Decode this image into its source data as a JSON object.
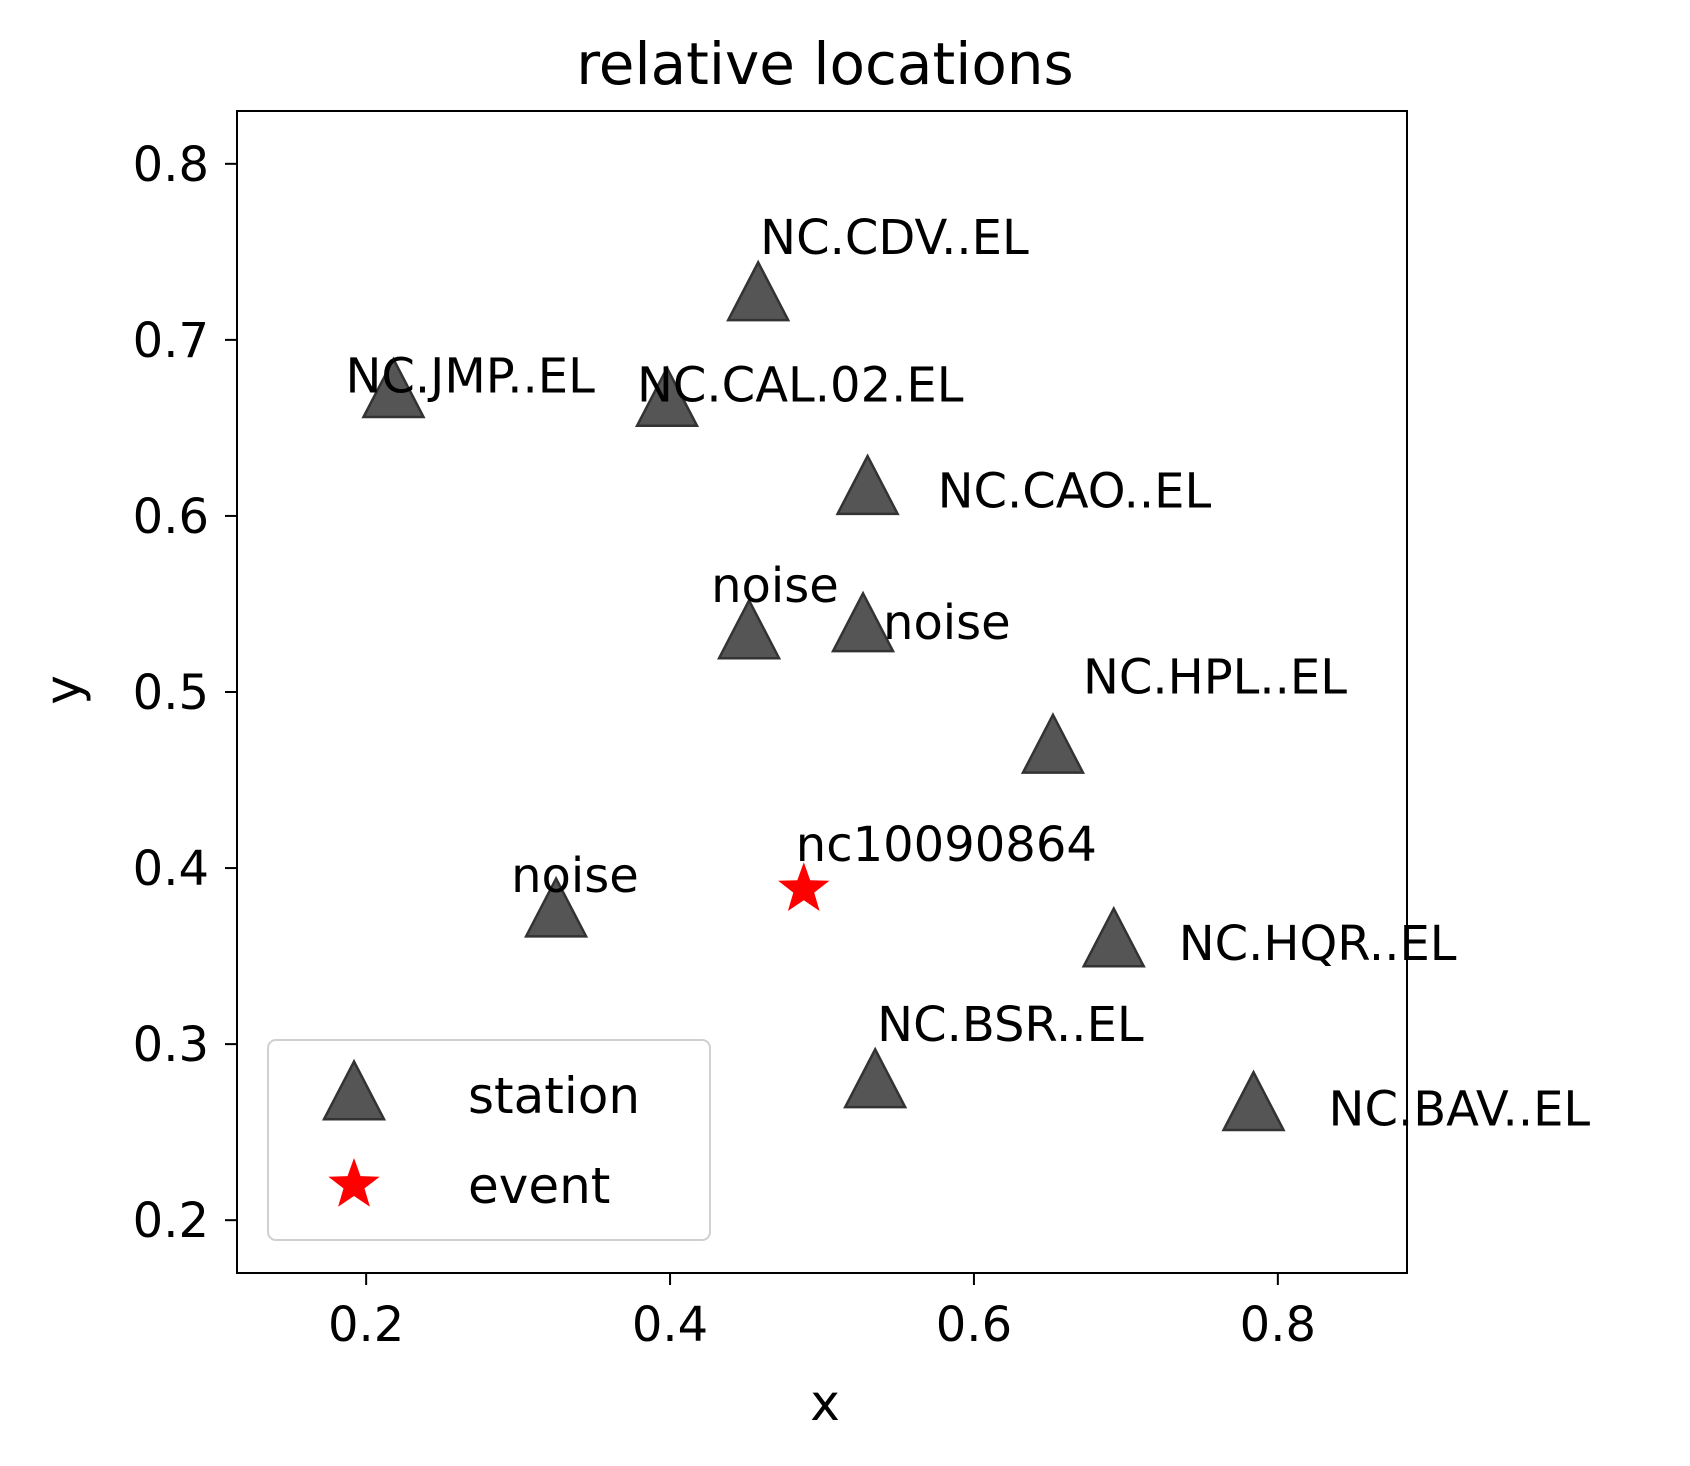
{
  "chart_data": {
    "type": "scatter",
    "title": "relative locations",
    "xlabel": "x",
    "ylabel": "y",
    "xlim": [
      0.115,
      0.885
    ],
    "ylim": [
      0.17,
      0.83
    ],
    "xticks": [
      0.2,
      0.4,
      0.6,
      0.8
    ],
    "yticks": [
      0.2,
      0.3,
      0.4,
      0.5,
      0.6,
      0.7,
      0.8
    ],
    "xtick_labels": [
      "0.2",
      "0.4",
      "0.6",
      "0.8"
    ],
    "ytick_labels": [
      "0.2",
      "0.3",
      "0.4",
      "0.5",
      "0.6",
      "0.7",
      "0.8"
    ],
    "grid": false,
    "legend_position": "lower-left",
    "colors": {
      "station_fill": "#555555",
      "station_edge": "#333333",
      "event": "#ff0000"
    },
    "series": [
      {
        "name": "station",
        "marker": "triangle",
        "points": [
          {
            "x": 0.458,
            "y": 0.725,
            "label": "NC.CDV..EL"
          },
          {
            "x": 0.218,
            "y": 0.67,
            "label": "NC.JMP..EL"
          },
          {
            "x": 0.398,
            "y": 0.665,
            "label": "NC.CAL.02.EL"
          },
          {
            "x": 0.53,
            "y": 0.615,
            "label": "NC.CAO..EL"
          },
          {
            "x": 0.452,
            "y": 0.533,
            "label": "noise"
          },
          {
            "x": 0.527,
            "y": 0.537,
            "label": "noise"
          },
          {
            "x": 0.652,
            "y": 0.468,
            "label": "NC.HPL..EL"
          },
          {
            "x": 0.325,
            "y": 0.375,
            "label": "noise"
          },
          {
            "x": 0.692,
            "y": 0.358,
            "label": "NC.HQR..EL"
          },
          {
            "x": 0.535,
            "y": 0.278,
            "label": "NC.BSR..EL"
          },
          {
            "x": 0.784,
            "y": 0.265,
            "label": "NC.BAV..EL"
          }
        ]
      },
      {
        "name": "event",
        "marker": "star",
        "points": [
          {
            "x": 0.488,
            "y": 0.388,
            "label": "nc10090864"
          }
        ]
      }
    ]
  }
}
